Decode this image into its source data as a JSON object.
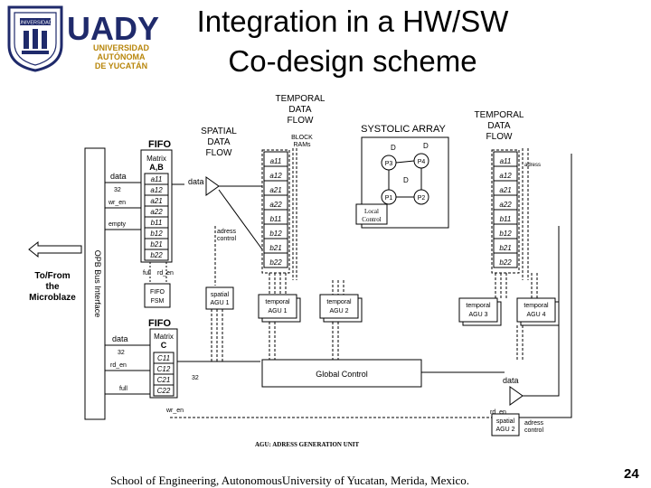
{
  "header": {
    "logo_text": "UADY",
    "logo_sub": [
      "UNIVERSIDAD",
      "AUTÓNOMA",
      "DE YUCATÁN"
    ],
    "seal_text": "UNIVERSIDAD",
    "title_line1": "Integration in a HW/SW",
    "title_line2": "Co-design scheme"
  },
  "diagram": {
    "temporal_left": [
      "TEMPORAL",
      "DATA",
      "FLOW"
    ],
    "spatial": [
      "SPATIAL",
      "DATA",
      "FLOW"
    ],
    "systolic": "SYSTOLIC ARRAY",
    "temporal_right": [
      "TEMPORAL",
      "DATA",
      "FLOW"
    ],
    "fifo_top": "FIFO",
    "matrix_ab": [
      "Matrix",
      "A,B"
    ],
    "fifo_bottom": "FIFO",
    "matrix_c": [
      "Matrix",
      "C"
    ],
    "a_labels": [
      "a11",
      "a12",
      "a21",
      "a22"
    ],
    "b_labels": [
      "b11",
      "b12",
      "b21",
      "b22"
    ],
    "c_labels": [
      "C11",
      "C12",
      "C21",
      "C22"
    ],
    "data": "data",
    "n32": "32",
    "wr_en": "wr_en",
    "rd_en": "rd_en",
    "empty": "empty",
    "full": "full",
    "fifo_fsm": [
      "FIFO",
      "FSM"
    ],
    "opb": "OPB Bus Interface",
    "tofrom": [
      "To/From",
      "the",
      "Microblaze"
    ],
    "block_rams": [
      "BLOCK",
      "RAMs"
    ],
    "adress": "adress",
    "adress_control": [
      "adress",
      "control"
    ],
    "local_control": [
      "Local",
      "Control"
    ],
    "spatial_agu1": [
      "spatial",
      "AGU 1"
    ],
    "temporal_agu1": [
      "temporal",
      "AGU 1"
    ],
    "temporal_agu2": [
      "temporal",
      "AGU 2"
    ],
    "temporal_agu3": [
      "temporal",
      "AGU 3"
    ],
    "temporal_agu4": [
      "temporal",
      "AGU 4"
    ],
    "spatial_agu2": [
      "spatial",
      "AGU 2"
    ],
    "global_control": "Global Control",
    "agu_caption": "AGU: ADRESS GENERATION UNIT",
    "P1": "P1",
    "P2": "P2",
    "P3": "P3",
    "P4": "P4",
    "D": "D"
  },
  "footer": {
    "text": "School of Engineering, AutonomousUniversity of Yucatan, Merida, Mexico.",
    "page": "24"
  },
  "colors": {
    "ink": "#000000",
    "background": "#ffffff",
    "logo_blue": "#1f2a6b",
    "logo_gold": "#b8860b"
  }
}
